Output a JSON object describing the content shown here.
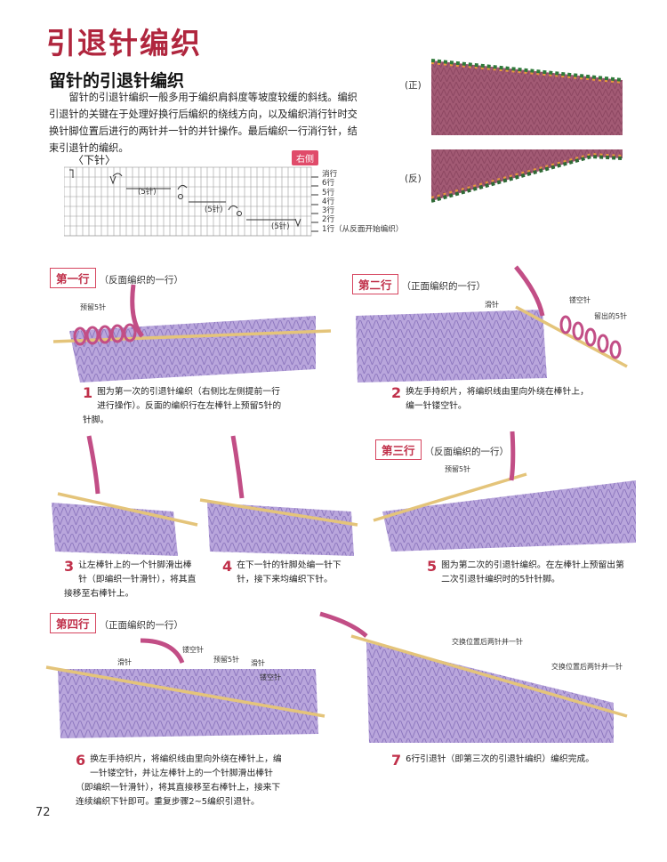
{
  "page": {
    "title": "引退针编织",
    "subtitle": "留针的引退针编织",
    "intro": "留针的引退针编织一般多用于编织肩斜度等坡度较缓的斜线。编织引退针的关键在于处理好换行后编织的绕线方向，以及编织消行针时交换针脚位置后进行的两针并一针的并针操作。最后编织一行消行针，结束引退针的编织。",
    "page_number": "72"
  },
  "chart": {
    "title": "〈下针〉",
    "tag": "右侧",
    "rows": [
      "消行",
      "6行",
      "5行",
      "4行",
      "3行",
      "2行",
      "1行（从反面开始编织）"
    ],
    "marks": [
      "(5针)",
      "(5针)",
      "(5针)"
    ]
  },
  "photos": {
    "front_label": "(正)",
    "back_label": "(反)"
  },
  "sections": [
    {
      "tag": "第一行",
      "sub": "（反面编织的一行）"
    },
    {
      "tag": "第二行",
      "sub": "（正面编织的一行）"
    },
    {
      "tag": "第三行",
      "sub": "（反面编织的一行）"
    },
    {
      "tag": "第四行",
      "sub": "（正面编织的一行）"
    }
  ],
  "steps": [
    {
      "num": "1",
      "text": "图为第一次的引退针编织（右侧比左侧提前一行进行操作）。反面的编织行在左棒针上预留5针的针脚。"
    },
    {
      "num": "2",
      "text": "换左手持织片，将编织线由里向外绕在棒针上，编一针镂空针。"
    },
    {
      "num": "3",
      "text": "让左棒针上的一个针脚滑出棒针（即编织一针滑针），将其直接移至右棒针上。"
    },
    {
      "num": "4",
      "text": "在下一针的针脚处编一针下针，接下来均编织下针。"
    },
    {
      "num": "5",
      "text": "图为第二次的引退针编织。在左棒针上预留出第二次引退针编织时的5针针脚。"
    },
    {
      "num": "6",
      "text": "换左手持织片，将编织线由里向外绕在棒针上，编一针镂空针，并让左棒针上的一个针脚滑出棒针（即编织一针滑针），将其直接移至右棒针上，接来下连续编织下针即可。重复步骤2~5编织引退针。"
    },
    {
      "num": "7",
      "text": "6行引退针（即第三次的引退针编织）编织完成。"
    }
  ],
  "labels": {
    "reserve5": "预留5针",
    "slip": "滑针",
    "yo": "镂空针",
    "left5": "留出的5针",
    "swap": "交换位置后两针并一针"
  },
  "colors": {
    "accent": "#c0304a",
    "knit": "#b9a6dc",
    "knit_dark": "#8a74bd",
    "pink": "#c24e86",
    "needle": "#e4c47a",
    "photo": "#a25a74"
  }
}
